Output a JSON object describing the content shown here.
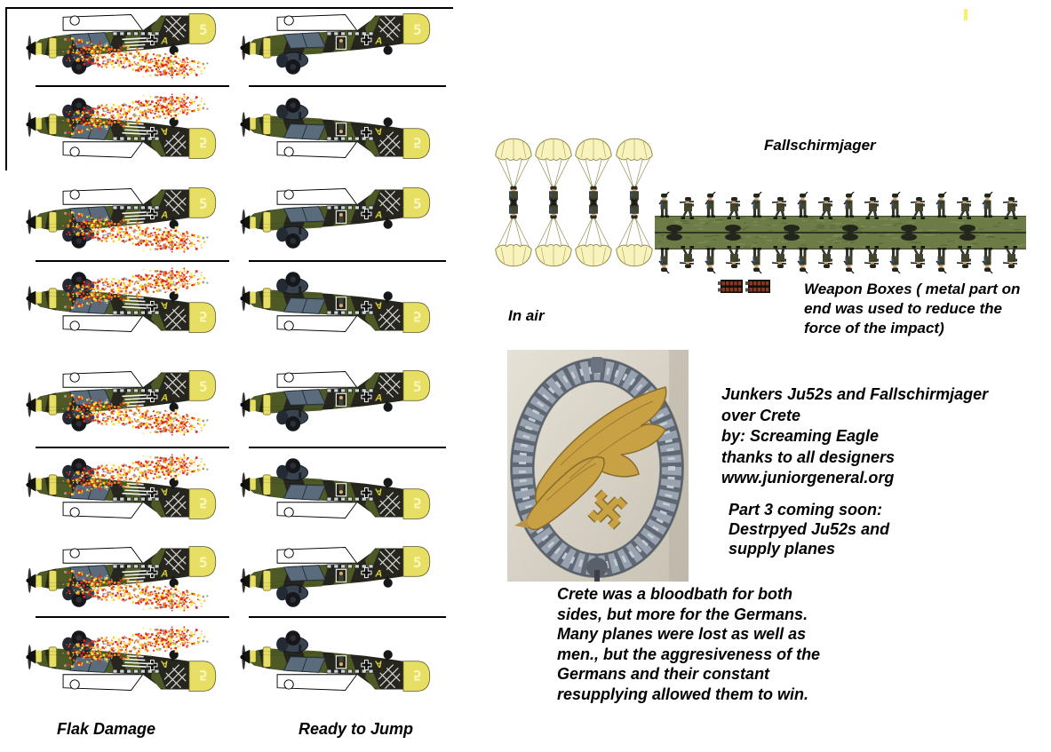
{
  "labels": {
    "fallschirmjager": "Fallschirmjager",
    "in_air": "In air",
    "flak_damage": "Flak Damage",
    "ready_to_jump": "Ready to Jump"
  },
  "weapon_boxes_note": {
    "line1": "Weapon Boxes ( metal part on",
    "line2": "end was used to reduce the",
    "line3": "force of the impact)"
  },
  "credits": {
    "line1": "Junkers Ju52s and Fallschirmjager",
    "line2": "over Crete",
    "line3": "by: Screaming Eagle",
    "line4": "thanks to all designers",
    "line5": "www.juniorgeneral.org"
  },
  "coming_soon": {
    "line1": "Part 3 coming soon:",
    "line2": "Destrpyed Ju52s and",
    "line3": "supply planes"
  },
  "description": {
    "line1": "Crete was a bloodbath for both",
    "line2": "sides, but more for the Germans.",
    "line3": "Many planes were lost as well as",
    "line4": "men., but the aggresiveness of the",
    "line5": "Germans and their constant",
    "line6": "resupplying allowed them to win."
  },
  "planes": {
    "tail_digit": "5",
    "fuselage_code": "A",
    "left_column": "flak-damaged",
    "right_column": "ready-to-jump",
    "row_count": 8,
    "rows": [
      {
        "orientation": "upright"
      },
      {
        "orientation": "inverted"
      },
      {
        "orientation": "upright"
      },
      {
        "orientation": "inverted"
      },
      {
        "orientation": "upright"
      },
      {
        "orientation": "inverted"
      },
      {
        "orientation": "upright"
      },
      {
        "orientation": "inverted"
      }
    ]
  },
  "figures": {
    "parachute_count": 4,
    "soldier_strip": {
      "soldiers_per_row": 16,
      "mirrored": true
    },
    "weapon_box_count": 2
  },
  "colors": {
    "fuselage_dark": "#26261f",
    "camo_olive": "#4e5a26",
    "canopy_blue": "#5a6b7c",
    "cowl_yellow": "#e6df63",
    "digit_pale": "#fbf7c0",
    "code_yellow": "#d6cf3a",
    "fire_red": "#e02818",
    "fire_orange": "#f08020",
    "fire_yellow": "#ffd820",
    "fire_gray": "#9a9a9a",
    "nacelle_gray": "#39424f",
    "band_olive": "#6d7c46",
    "chute_canopy": "#f8f3bd",
    "uniform_olive": "#42462f",
    "flesh": "#d9a87b",
    "badge_bg": "#d7d2c6",
    "wreath_silver": "#79828e",
    "eagle_gold": "#c9a145",
    "box_brown": "#8a3a22"
  }
}
